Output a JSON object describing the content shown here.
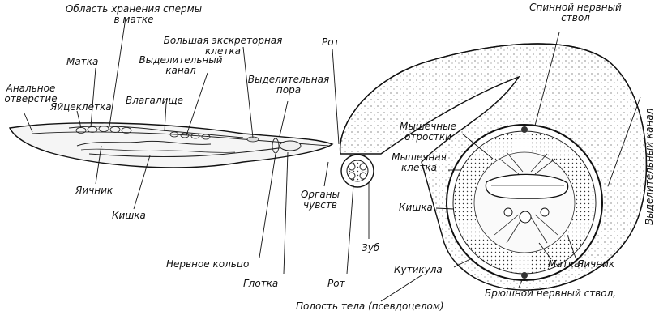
{
  "labels": {
    "sperm_storage": "Область хранения спермы",
    "sperm_storage_2": "в матке",
    "uterus_left": "Матка",
    "big_excretory_cell": "Большая экскреторная",
    "big_excretory_cell_2": "клетка",
    "excretory_canal_left": "Выделительный",
    "excretory_canal_left_2": "канал",
    "anus": "Анальное",
    "anus_2": "отверстие",
    "egg_cell": "Яйцеклетка",
    "vagina": "Влагалище",
    "excretory_pore": "Выделительная",
    "excretory_pore_2": "пора",
    "mouth_top": "Рот",
    "ovary_left": "Яичник",
    "intestine_left": "Кишка",
    "sense_organs": "Органы",
    "sense_organs_2": "чувств",
    "nerve_ring": "Нервное кольцо",
    "pharynx": "Глотка",
    "tooth": "Зуб",
    "mouth_bottom": "Рот",
    "body_cavity": "Полость тела (псевдоцелом)",
    "dorsal_nerve": "Спинной нервный",
    "dorsal_nerve_2": "ствол",
    "muscle_processes": "Мышечные",
    "muscle_processes_2": "отростки",
    "muscle_cell": "Мышечная",
    "muscle_cell_2": "клетка",
    "intestine_right": "Кишка",
    "cuticle": "Кутикула",
    "uterus_right": "Матка",
    "ventral_nerve": "Брюшной нервный ствол,",
    "ovary_right": "Яичник",
    "excretory_canal_right": "Выделительный канал"
  }
}
